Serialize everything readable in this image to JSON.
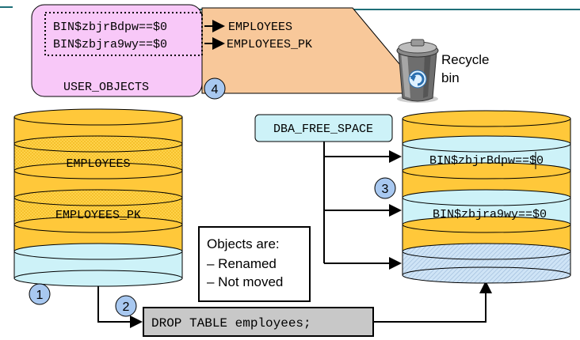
{
  "user_objects": {
    "label": "USER_OBJECTS",
    "rows": [
      {
        "bin_name": "BIN$zbjrBdpw==$0",
        "original": "EMPLOYEES"
      },
      {
        "bin_name": "BIN$zbjra9wy==$0",
        "original": "EMPLOYEES_PK"
      }
    ]
  },
  "recycle_bin": {
    "line1": "Recycle",
    "line2": "bin"
  },
  "steps": [
    "1",
    "2",
    "3",
    "4"
  ],
  "left_db": {
    "segments": [
      "EMPLOYEES",
      "EMPLOYEES_PK"
    ]
  },
  "note": {
    "line1": "Objects are:",
    "line2": "– Renamed",
    "line3": "– Not moved"
  },
  "dba_free_space": "DBA_FREE_SPACE",
  "right_db": {
    "segments": [
      "BIN$zbjrBdpw==$0",
      "BIN$zbjra9wy==$0"
    ]
  },
  "command": "DROP TABLE employees;",
  "colors": {
    "pink": "#f8c8f8",
    "peach": "#f8c89a",
    "gold": "#ffc83a",
    "light_blue": "#cdf2f8",
    "step_blue": "#a8c8f0",
    "command_gray": "#c8c8c8",
    "accent_line": "#1f6f78"
  }
}
